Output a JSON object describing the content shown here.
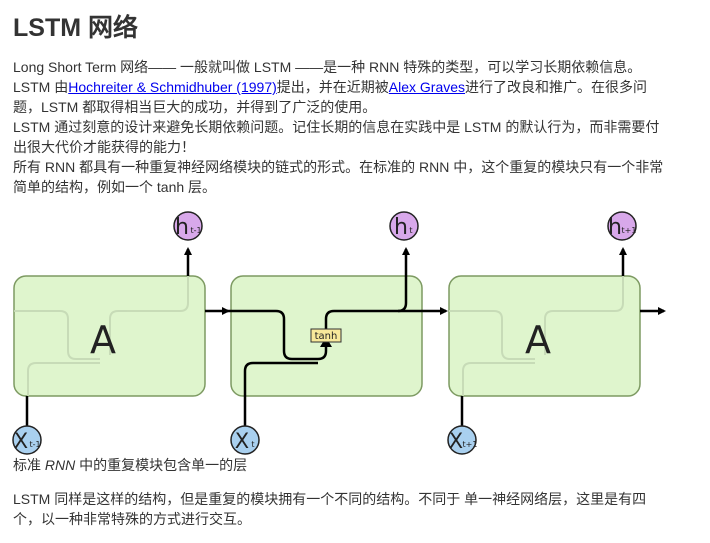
{
  "page": {
    "title": "LSTM 网络",
    "intro": {
      "line1": "Long Short Term 网络—— 一般就叫做 LSTM ——是一种 RNN 特殊的类型，可以学习长期依赖信息。",
      "line2_pre": "LSTM 由",
      "link1": "Hochreiter & Schmidhuber (1997)",
      "line2_mid": "提出，并在近期被",
      "link2": "Alex Graves",
      "line2_post": "进行了改良和推广。在很多问",
      "line3": "题，LSTM 都取得相当巨大的成功，并得到了广泛的使用。",
      "line4": "LSTM 通过刻意的设计来避免长期依赖问题。记住长期的信息在实践中是 LSTM 的默认行为，而非需要付",
      "line5": "出很大代价才能获得的能力！",
      "line6": "所有 RNN 都具有一种重复神经网络模块的链式的形式。在标准的 RNN 中，这个重复的模块只有一个非常",
      "line7": "简单的结构，例如一个 tanh 层。"
    },
    "diagram": {
      "modules": [
        {
          "label": "A",
          "output": "h",
          "output_sub": "t-1",
          "input": "X",
          "input_sub": "t-1"
        },
        {
          "label": "",
          "output": "h",
          "output_sub": "t",
          "input": "X",
          "input_sub": "t",
          "layer": "tanh"
        },
        {
          "label": "A",
          "output": "h",
          "output_sub": "t+1",
          "input": "X",
          "input_sub": "t+1"
        }
      ],
      "colors": {
        "module_fill": "#dff5cd",
        "module_stroke": "#7d9a62",
        "output_fill": "#d8a8ea",
        "input_fill": "#a9d0ef",
        "layer_fill": "#f8e99b"
      }
    },
    "caption": {
      "pre": "标准 ",
      "em": "RNN",
      "post": " 中的重复模块包含单一的层"
    },
    "outro": {
      "line1": "LSTM 同样是这样的结构，但是重复的模块拥有一个不同的结构。不同于 单一神经网络层，这里是有四",
      "line2": "个，以一种非常特殊的方式进行交互。"
    }
  }
}
